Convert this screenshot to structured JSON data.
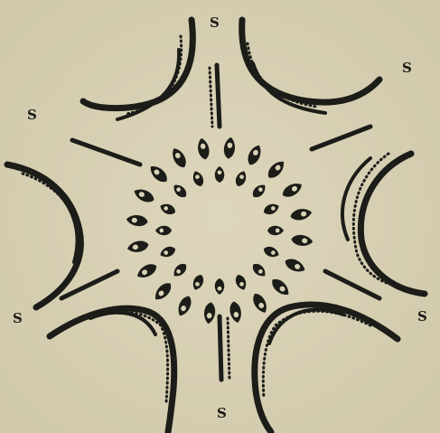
{
  "figure": {
    "labels": [
      "S",
      "S",
      "S",
      "S",
      "S",
      "S"
    ]
  },
  "colors": {
    "paper": "#d9d2b6",
    "ink": "#1c1c18"
  }
}
